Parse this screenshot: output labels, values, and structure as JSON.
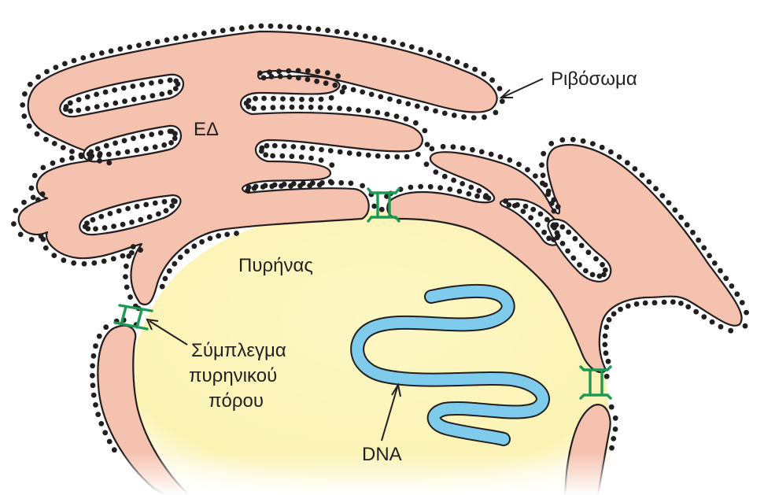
{
  "diagram": {
    "labels": {
      "ribosome": "Ριβόσωμα",
      "er": "ΕΔ",
      "nucleus": "Πυρήνας",
      "pore_line1": "Σύμπλεγμα",
      "pore_line2": "πυρηνικού",
      "pore_line3": "πόρου",
      "dna": "DNA"
    },
    "colors": {
      "er_fill": "#f5c2b0",
      "nucleus_fill": "#fbf3b4",
      "dna": "#7fcbeb",
      "pore": "#1a9a52",
      "ribosome": "#231f20"
    },
    "icons": [
      "ribosome-dot",
      "nuclear-pore-complex"
    ]
  }
}
